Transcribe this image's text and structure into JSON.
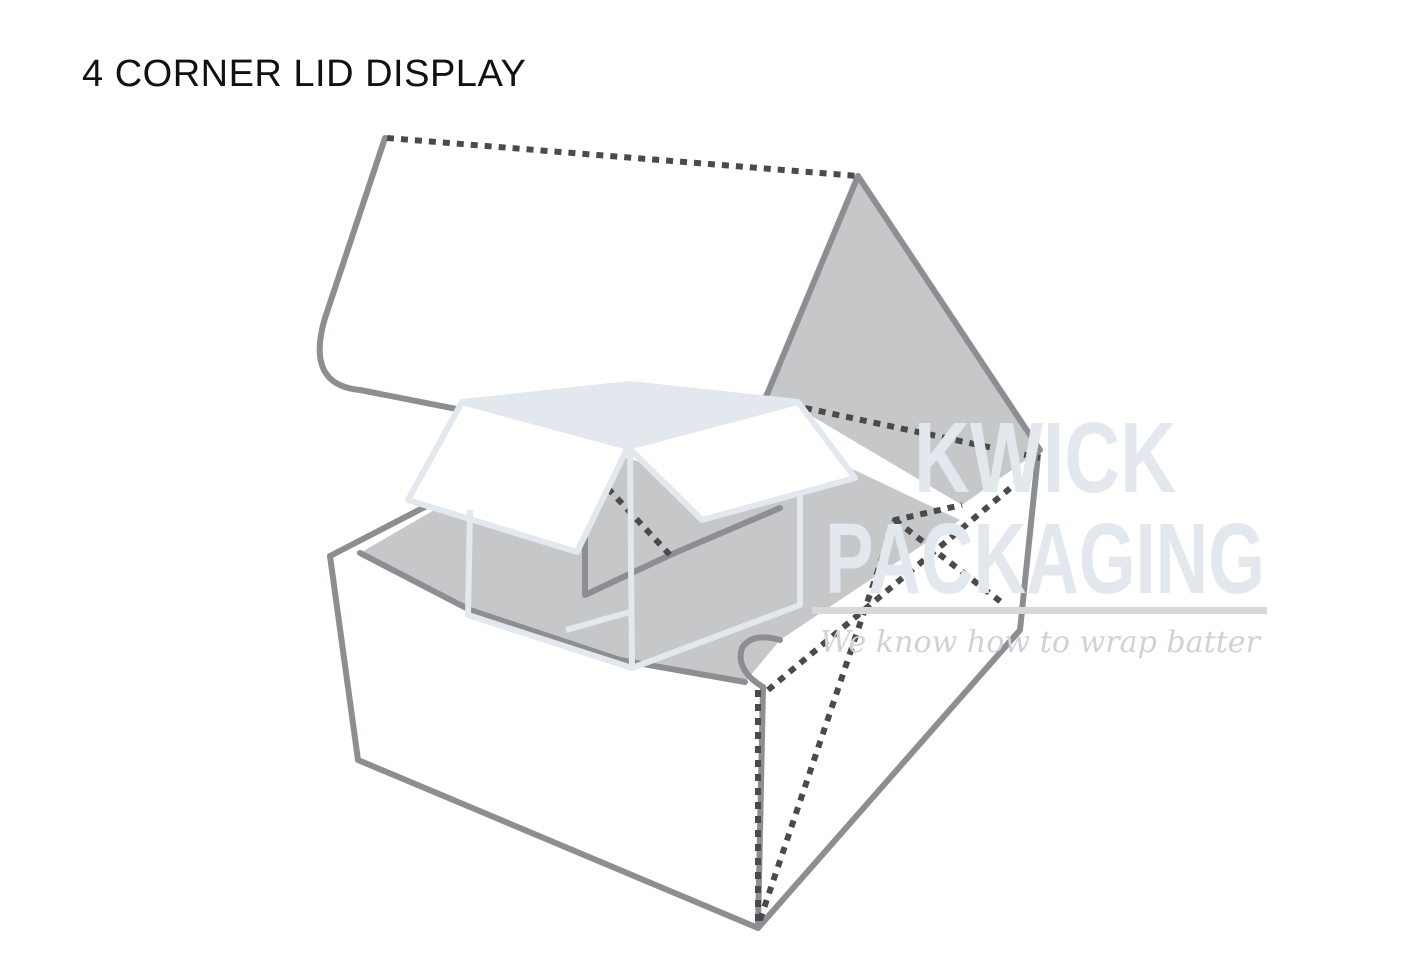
{
  "title": "4 CORNER LID DISPLAY",
  "watermark": {
    "line1": "KWICK",
    "line2": "PACKAGING",
    "tagline": "We know how to wrap batter",
    "color": "#e3e7ee"
  },
  "colors": {
    "outline": "#8d8e91",
    "fold_line": "#4a4a4c",
    "inner_panel": "#c6c7c9",
    "background": "#ffffff"
  },
  "icons": {
    "logo": "open-box-logo-icon"
  }
}
